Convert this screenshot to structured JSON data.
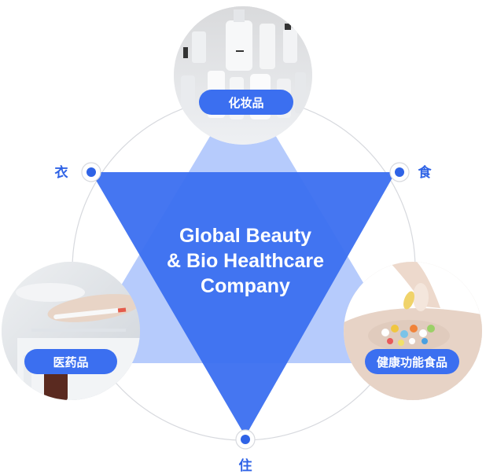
{
  "center": {
    "lines": [
      "Global Beauty",
      "& Bio Healthcare",
      "Company"
    ]
  },
  "categories": {
    "cosmetics": "化妆品",
    "pharma": "医药品",
    "health_food": "健康功能食品"
  },
  "nodes": {
    "clothing": "衣",
    "food": "食",
    "housing": "住"
  },
  "colors": {
    "primary": "#3b6ff0",
    "primary_light": "#a9c2fb",
    "ring": "#d7d9de"
  }
}
